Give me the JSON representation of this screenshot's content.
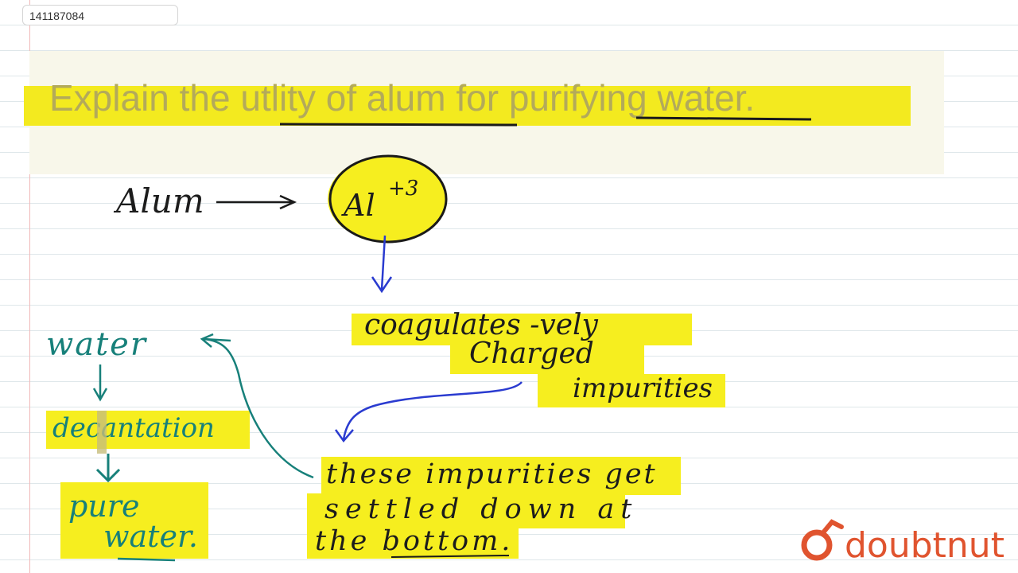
{
  "video_id": "141187084",
  "question": "Explain the utlity of alum for purifying water.",
  "notes": {
    "alum": "Alum",
    "ion": "Al",
    "charge": "+3",
    "coagulate_line1": "coagulates -vely",
    "coagulate_line2": "Charged",
    "coagulate_line3": "impurities",
    "settle_line1": "these impurities get",
    "settle_line2": "settled down at",
    "settle_line3": "the bottom.",
    "step_water": "water",
    "step_decantation": "decantation",
    "step_pure": "pure",
    "step_pure_water": "water."
  },
  "logo": {
    "text": "doubtnut",
    "icon": "doubtnut-logo-icon",
    "color": "#e0542f"
  },
  "colors": {
    "highlight": "#f6ee1f",
    "ink_black": "#1c1c1c",
    "ink_teal": "#17807a",
    "ink_blue": "#2a3bd0"
  }
}
